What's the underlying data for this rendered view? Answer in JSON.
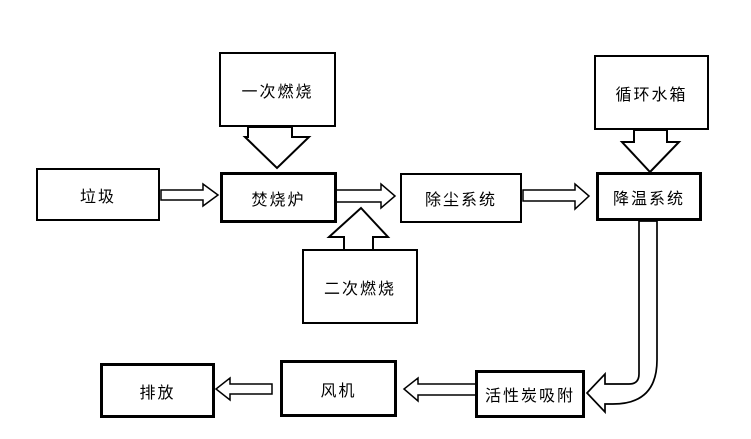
{
  "diagram": {
    "type": "flowchart",
    "subject": "waste incineration flue gas treatment process",
    "colors": {
      "background": "#ffffff",
      "box_fill": "#ffffff",
      "line": "#000000",
      "text": "#000000"
    },
    "nodes": {
      "waste": {
        "label": "垃圾"
      },
      "primary_combustion": {
        "label": "一次燃烧"
      },
      "incinerator": {
        "label": "焚烧炉"
      },
      "secondary_combustion": {
        "label": "二次燃烧"
      },
      "dust_removal": {
        "label": "除尘系统"
      },
      "circulating_water_tank": {
        "label": "循环水箱"
      },
      "cooling_system": {
        "label": "降温系统"
      },
      "activated_carbon": {
        "label": "活性炭吸附"
      },
      "fan": {
        "label": "风机"
      },
      "discharge": {
        "label": "排放"
      }
    },
    "edges": [
      {
        "from": "waste",
        "to": "incinerator",
        "style": "hollow-arrow-right"
      },
      {
        "from": "primary_combustion",
        "to": "incinerator",
        "style": "block-arrow-down"
      },
      {
        "from": "secondary_combustion",
        "to": "incinerator",
        "style": "block-arrow-up"
      },
      {
        "from": "incinerator",
        "to": "dust_removal",
        "style": "hollow-arrow-right"
      },
      {
        "from": "dust_removal",
        "to": "cooling_system",
        "style": "hollow-arrow-right"
      },
      {
        "from": "circulating_water_tank",
        "to": "cooling_system",
        "style": "block-arrow-down"
      },
      {
        "from": "cooling_system",
        "to": "activated_carbon",
        "style": "curved-pipe-arrow-left"
      },
      {
        "from": "activated_carbon",
        "to": "fan",
        "style": "hollow-arrow-left"
      },
      {
        "from": "fan",
        "to": "discharge",
        "style": "hollow-arrow-left"
      }
    ]
  }
}
